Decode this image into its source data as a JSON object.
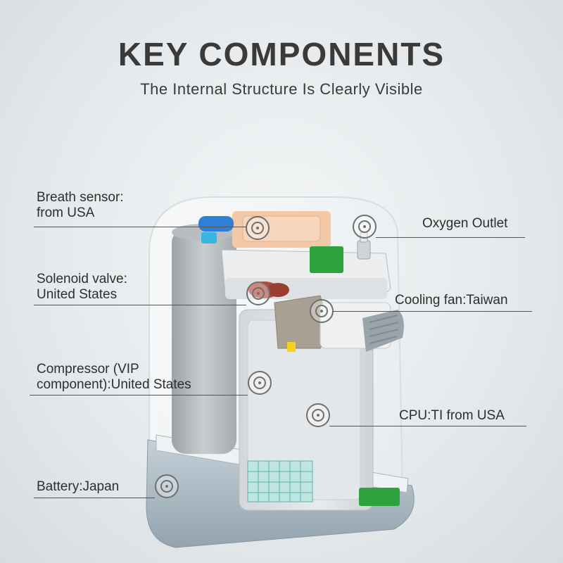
{
  "header": {
    "title": "KEY COMPONENTS",
    "subtitle": "The Internal Structure Is Clearly Visible"
  },
  "components": [
    {
      "id": "breath-sensor",
      "lines": [
        "Breath sensor:",
        "from USA"
      ]
    },
    {
      "id": "oxygen-outlet",
      "lines": [
        "Oxygen Outlet"
      ]
    },
    {
      "id": "solenoid-valve",
      "lines": [
        "Solenoid valve:",
        "United States"
      ]
    },
    {
      "id": "cooling-fan",
      "lines": [
        "Cooling fan:Taiwan"
      ]
    },
    {
      "id": "compressor",
      "lines": [
        "Compressor (VIP",
        "component):United States"
      ]
    },
    {
      "id": "cpu",
      "lines": [
        "CPU:TI from USA"
      ]
    },
    {
      "id": "battery",
      "lines": [
        "Battery:Japan"
      ]
    }
  ]
}
